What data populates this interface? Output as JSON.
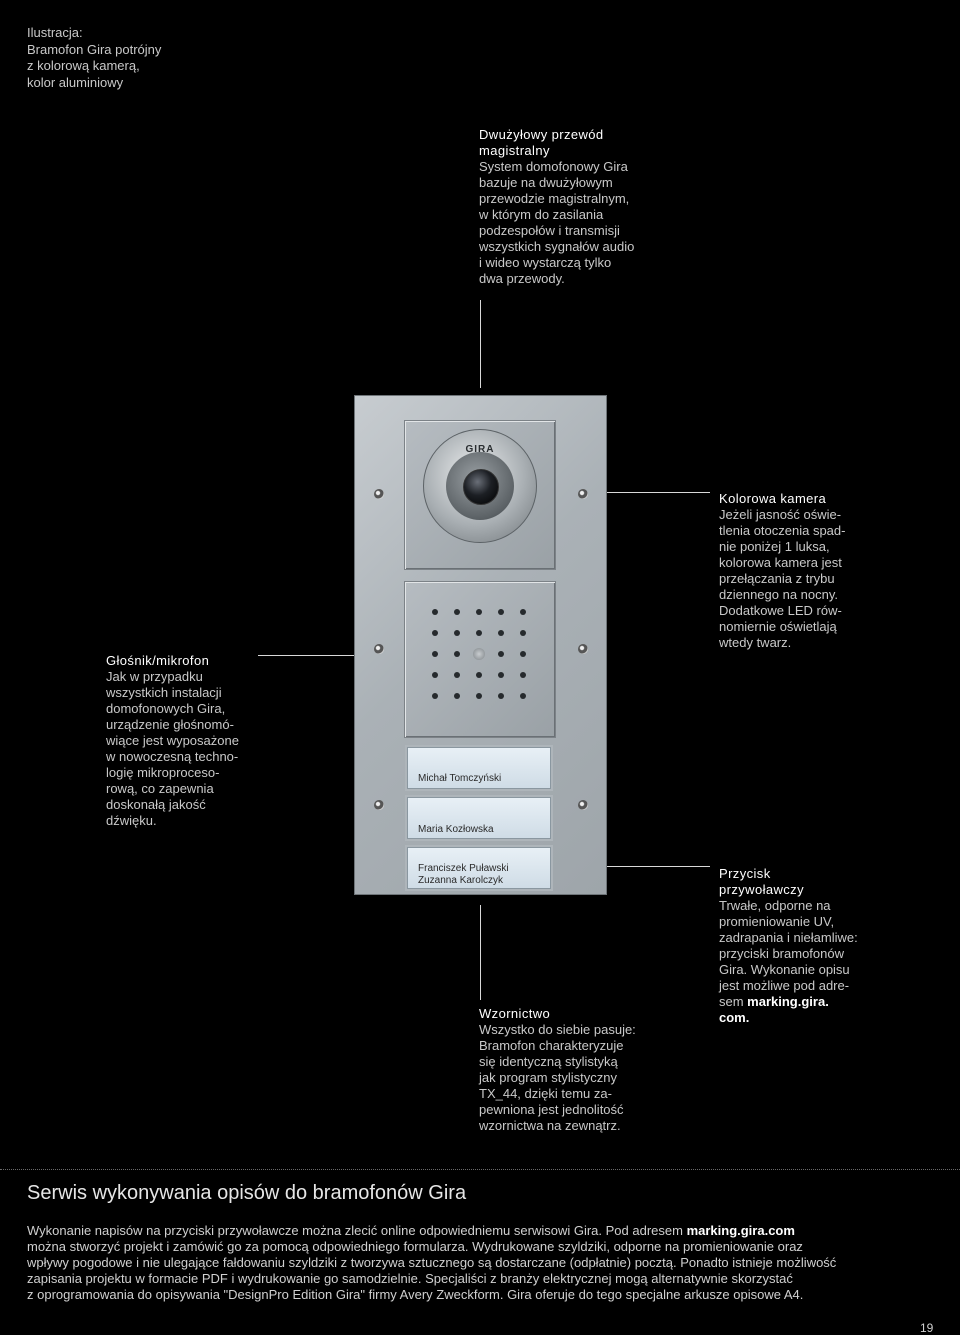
{
  "caption": {
    "lines": [
      "Ilustracja:",
      "Bramofon Gira potrójny",
      "z kolorową kamerą,",
      "kolor aluminiowy"
    ]
  },
  "bus": {
    "title_lines": [
      "Dwużyłowy przewód",
      "magistralny"
    ],
    "body_lines": [
      "System domofonowy Gira",
      "bazuje na dwużyłowym",
      "przewodzie magistralnym,",
      "w którym do zasilania",
      "podzespołów i transmisji",
      "wszystkich sygnałów audio",
      "i wideo wystarczą tylko",
      "dwa przewody."
    ]
  },
  "speaker": {
    "title": "Głośnik/mikrofon",
    "body_lines": [
      "Jak w przypadku",
      "wszystkich instalacji",
      "domofonowych Gira,",
      "urządzenie głośnomó-",
      "wiące jest wyposażone",
      "w nowoczesną techno-",
      "logię mikroproceso-",
      "rową, co zapewnia",
      "doskonałą jakość",
      "dźwięku."
    ]
  },
  "camera": {
    "title": "Kolorowa kamera",
    "body_lines": [
      "Jeżeli jasność oświe-",
      "tlenia otoczenia spad-",
      "nie poniżej 1 luksa,",
      "kolorowa kamera jest",
      "przełączania z trybu",
      "dziennego na nocny.",
      "Dodatkowe LED rów-",
      "nomiernie oświetlają",
      "wtedy twarz."
    ]
  },
  "callbutton": {
    "title_lines": [
      "Przycisk",
      "przywoławczy"
    ],
    "body_lines": [
      "Trwałe, odporne na",
      "promieniowanie UV,",
      "zadrapania i niełamliwe:",
      "przyciski bramofonów",
      "Gira. Wykonanie opisu",
      "jest możliwe pod adre-"
    ],
    "last_prefix": "sem ",
    "link_a": "marking.gira.",
    "link_b": "com."
  },
  "design": {
    "title": "Wzornictwo",
    "body_lines": [
      "Wszystko do siebie pasuje:",
      "Bramofon charakteryzuje",
      "się identyczną stylistyką",
      "jak program stylistyczny",
      "TX_44, dzięki temu za-",
      "pewniona jest jednolitość",
      "wzornictwa na zewnątrz."
    ]
  },
  "panel": {
    "logo": "GIRA",
    "buttons": [
      {
        "lines": [
          "Michał Tomczyński"
        ]
      },
      {
        "lines": [
          "Maria Kozłowska"
        ]
      },
      {
        "lines": [
          "Franciszek Puławski",
          "Zuzanna Karolczyk"
        ]
      }
    ]
  },
  "service": {
    "title": "Serwis wykonywania opisów do bramofonów Gira",
    "line1_prefix": "Wykonanie napisów na przyciski przywoławcze można zlecić online odpowiedniemu serwisowi Gira. Pod adresem ",
    "line1_link": "marking.gira.com",
    "lines": [
      "można stworzyć projekt i zamówić go za pomocą odpowiedniego formularza. Wydrukowane szyldziki, odporne na promieniowanie oraz",
      "wpływy pogodowe i nie ulegające fałdowaniu szyldziki z tworzywa sztucznego są dostarczane (odpłatnie) pocztą. Ponadto istnieje możliwość",
      "zapisania projektu w formacie PDF i wydrukowanie go samodzielnie. Specjaliści z branży elektrycznej mogą alternatywnie skorzystać",
      "z oprogramowania do opisywania \"DesignPro Edition Gira\" firmy Avery Zweckform. Gira oferuje do tego specjalne arkusze opisowe A4."
    ]
  },
  "page_number": "19"
}
